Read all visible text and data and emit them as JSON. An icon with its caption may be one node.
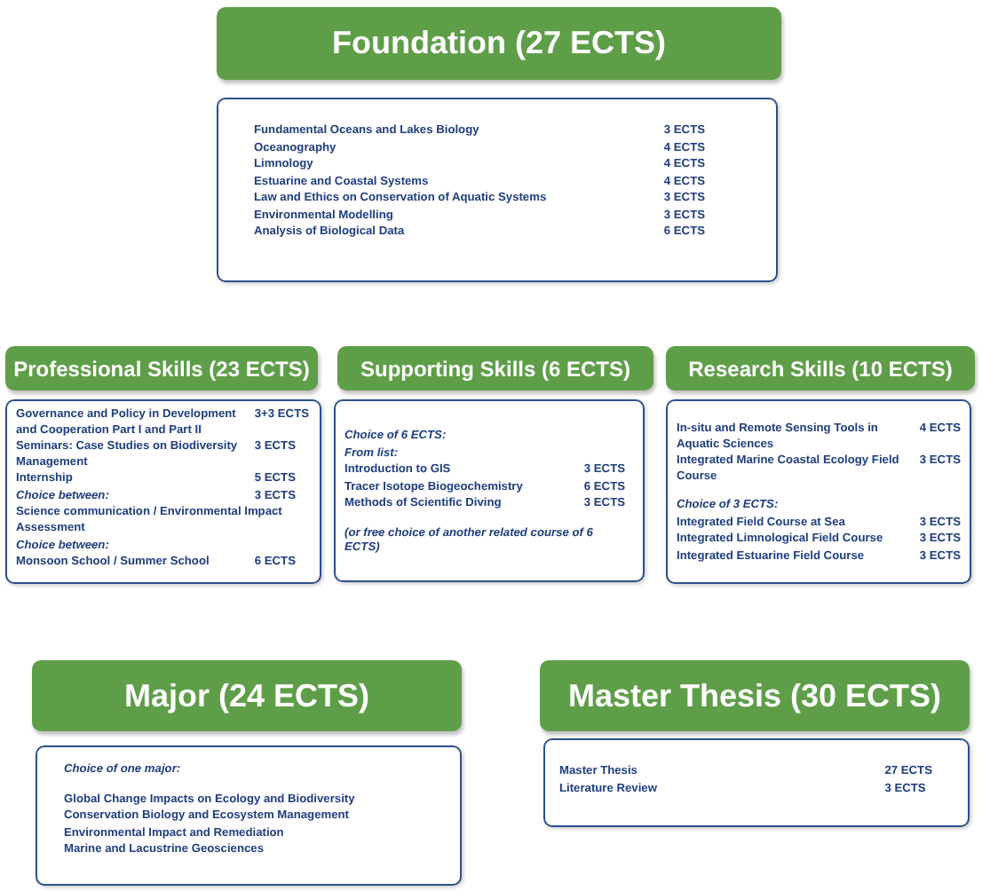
{
  "diagram": {
    "nodes": [
      {
        "text": [
          "Foundation (27 ECTS)"
        ]
      },
      {
        "text": [
          "Fundamental Oceans and Lakes Biology",
          "3 ECTS",
          "Oceanography",
          "4 ECTS",
          "Limnology",
          "4 ECTS",
          "Estuarine and Coastal Systems",
          "4 ECTS",
          "Law and Ethics on Conservation of Aquatic Systems",
          "3 ECTS",
          "Environmental Modelling",
          "3 ECTS",
          "Analysis of Biological Data",
          "6 ECTS"
        ]
      },
      {
        "text": [
          "Professional Skills (23 ECTS)"
        ]
      },
      {
        "text": [
          "Governance and Policy in Development and Cooperation Part I and Part II",
          "3+3 ECTS",
          "Seminars: Case Studies on Biodiversity Management",
          "3 ECTS",
          "Internship",
          "5 ECTS",
          "*Choice between:*",
          "3 ECTS",
          "Science communication / Environmental Impact Assessment",
          "*Choice between:*",
          "Monsoon School / Summer School",
          "6 ECTS"
        ]
      },
      {
        "text": [
          "Supporting Skills (6 ECTS)"
        ]
      },
      {
        "text": [
          "*Choice of 6 ECTS:*",
          "*From list:*",
          "Introduction to GIS",
          "3 ECTS",
          "Tracer Isotope Biogeochemistry",
          "6 ECTS",
          "Methods of Scientific Diving",
          "3 ECTS",
          "*(or free choice of another related course of 6 ECTS)*"
        ]
      },
      {
        "text": [
          "Research Skills (10 ECTS)"
        ]
      },
      {
        "text": [
          "In-situ and Remote Sensing Tools in Aquatic Sciences",
          "4 ECTS",
          "Integrated Marine Coastal Ecology Field Course",
          "3 ECTS",
          "*Choice of 3 ECTS:*",
          "Integrated Field Course at Sea",
          "3 ECTS",
          "Integrated Limnological Field Course",
          "3 ECTS",
          "Integrated Estuarine Field Course",
          "3 ECTS"
        ]
      },
      {
        "text": [
          "Major (24 ECTS)"
        ]
      },
      {
        "text": [
          "*Choice of one major:*",
          "Global Change Impacts on Ecology and Biodiversity",
          "Conservation Biology and Ecosystem Management",
          "Environmental Impact and Remediation",
          "Marine and Lacustrine Geosciences"
        ]
      },
      {
        "text": [
          "Master Thesis (30 ECTS)"
        ]
      },
      {
        "text": [
          "Master Thesis",
          "27 ECTS",
          "Literature Review",
          "3 ECTS"
        ]
      }
    ]
  }
}
